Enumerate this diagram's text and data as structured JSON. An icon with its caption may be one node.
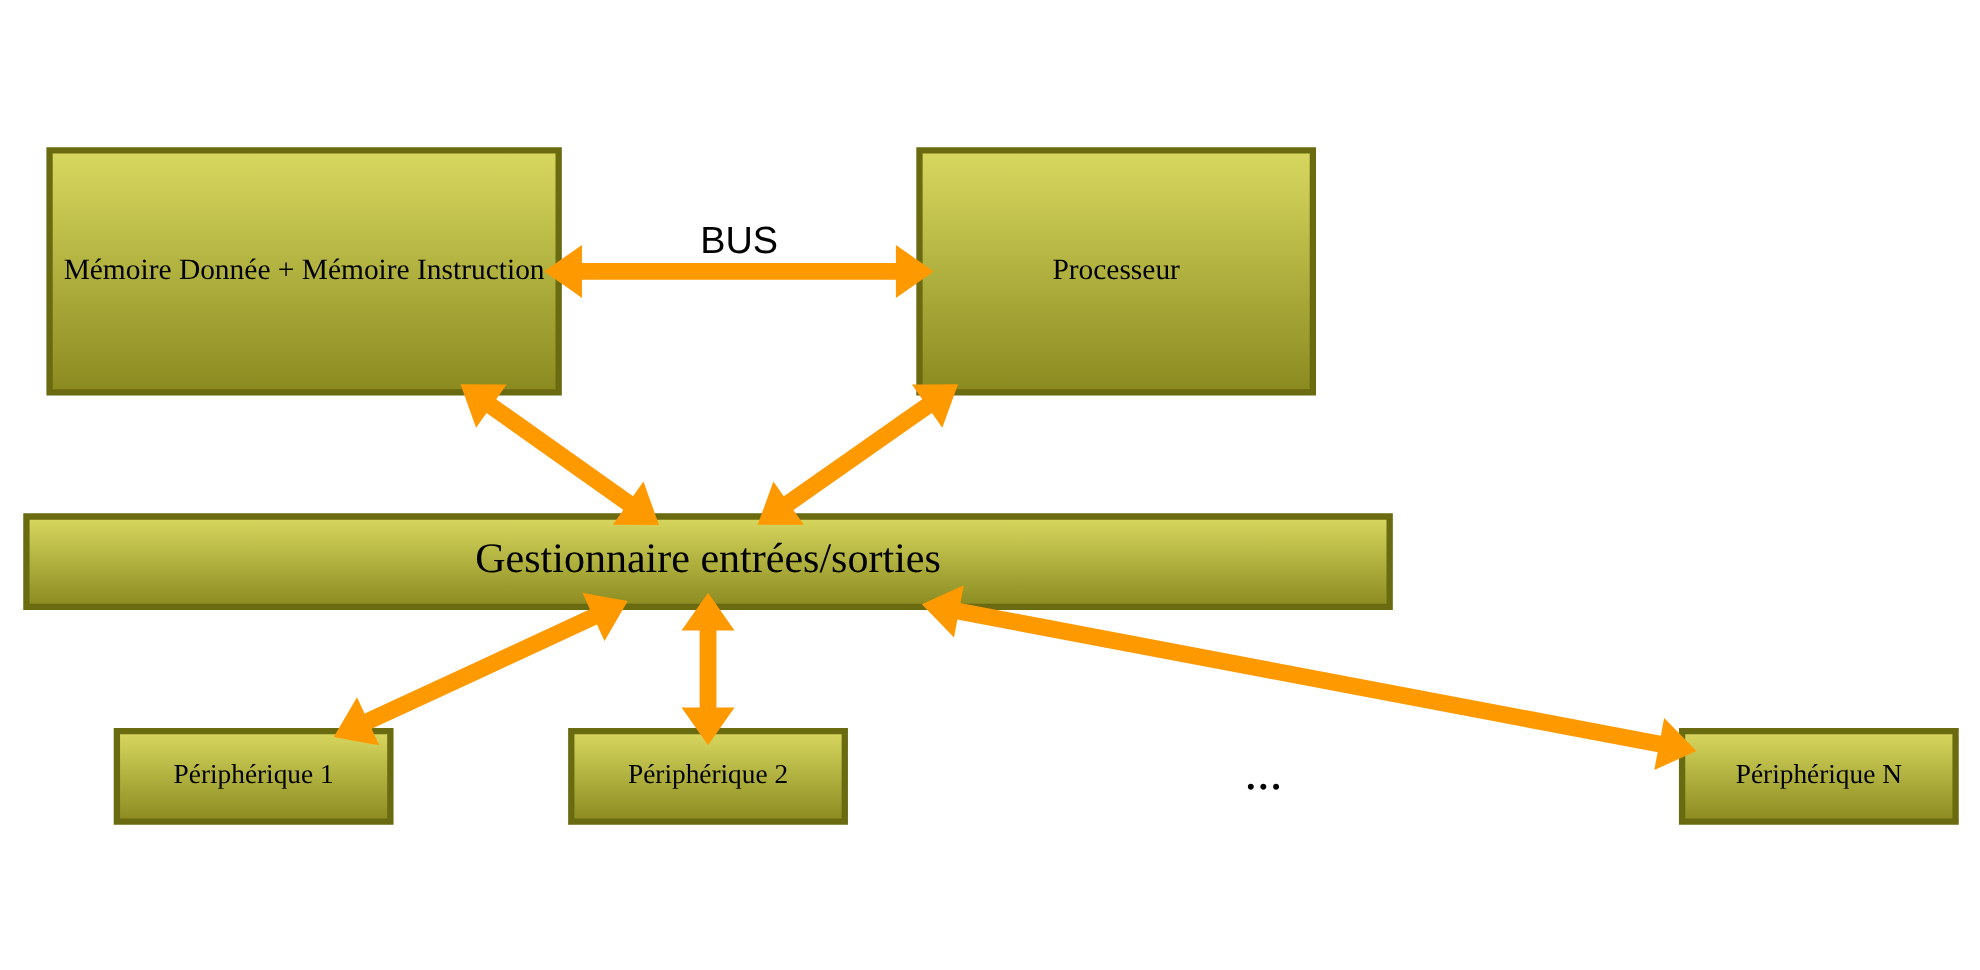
{
  "diagram": {
    "nodes": [
      {
        "text": [
          "Mémoire Donnée + Mémoire Instruction"
        ]
      },
      {
        "text": [
          "Processeur"
        ]
      },
      {
        "text": [
          "Gestionnaire entrées/sorties"
        ]
      },
      {
        "text": [
          "Périphérique 1"
        ]
      },
      {
        "text": [
          "Périphérique 2"
        ]
      },
      {
        "text": [
          "Périphérique N"
        ]
      }
    ],
    "edges": [
      {
        "from": 0,
        "to": 1,
        "arrow": "both",
        "label": "BUS"
      },
      {
        "from": 0,
        "to": 2,
        "arrow": "both"
      },
      {
        "from": 1,
        "to": 2,
        "arrow": "both"
      },
      {
        "from": 2,
        "to": 3,
        "arrow": "both"
      },
      {
        "from": 2,
        "to": 4,
        "arrow": "both"
      },
      {
        "from": 2,
        "to": 5,
        "arrow": "both"
      }
    ],
    "labels": [
      "..."
    ]
  }
}
